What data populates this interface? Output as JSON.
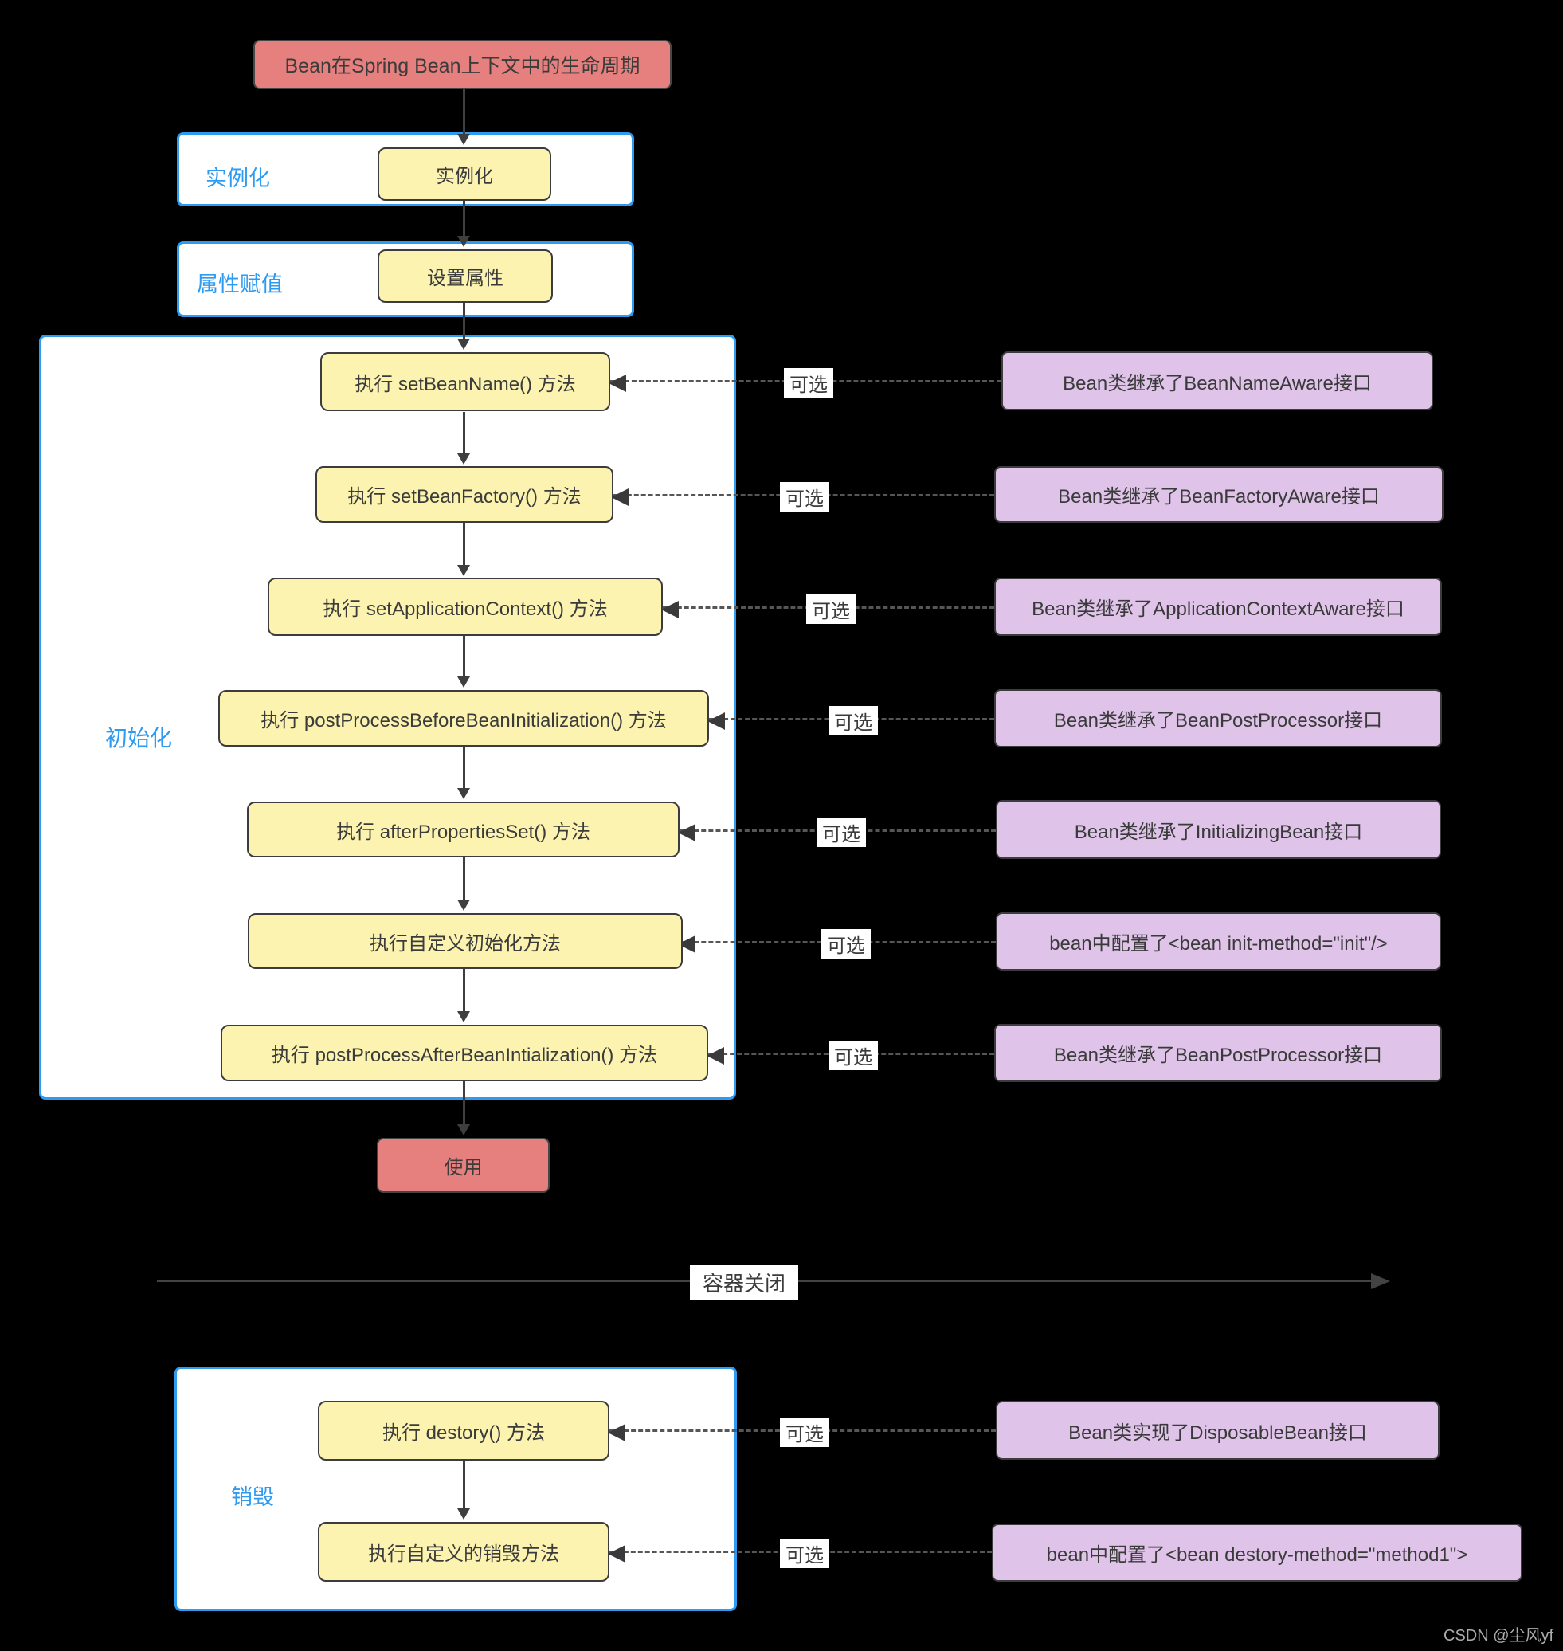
{
  "title": "Bean在Spring Bean上下文中的生命周期",
  "labels": {
    "optional": "可选",
    "divider": "容器关闭",
    "use": "使用",
    "watermark": "CSDN @尘风yf"
  },
  "stages": {
    "instantiation": {
      "label": "实例化",
      "step": "实例化"
    },
    "property_assignment": {
      "label": "属性赋值",
      "step": "设置属性"
    },
    "initialization": {
      "label": "初始化",
      "steps": [
        "执行 setBeanName() 方法",
        "执行 setBeanFactory() 方法",
        "执行 setApplicationContext() 方法",
        "执行 postProcessBeforeBeanInitialization() 方法",
        "执行 afterPropertiesSet() 方法",
        "执行自定义初始化方法",
        "执行 postProcessAfterBeanIntialization() 方法"
      ]
    },
    "destruction": {
      "label": "销毁",
      "steps": [
        "执行 destory() 方法",
        "执行自定义的销毁方法"
      ]
    }
  },
  "annotations": [
    "Bean类继承了BeanNameAware接口",
    "Bean类继承了BeanFactoryAware接口",
    "Bean类继承了ApplicationContextAware接口",
    "Bean类继承了BeanPostProcessor接口",
    "Bean类继承了InitializingBean接口",
    "bean中配置了<bean init-method=\"init\"/>",
    "Bean类继承了BeanPostProcessor接口",
    "Bean类实现了DisposableBean接口",
    "bean中配置了<bean destory-method=\"method1\">"
  ],
  "colors": {
    "background": "#000000",
    "stage_border": "#2D9BF2",
    "stage_label": "#2D9BF2",
    "process_fill": "#FBF3AF",
    "terminal_fill": "#E5807E",
    "annotation_fill": "#DFC3E9",
    "arrow": "#3E3E40",
    "node_text": "#3B3B3B"
  }
}
